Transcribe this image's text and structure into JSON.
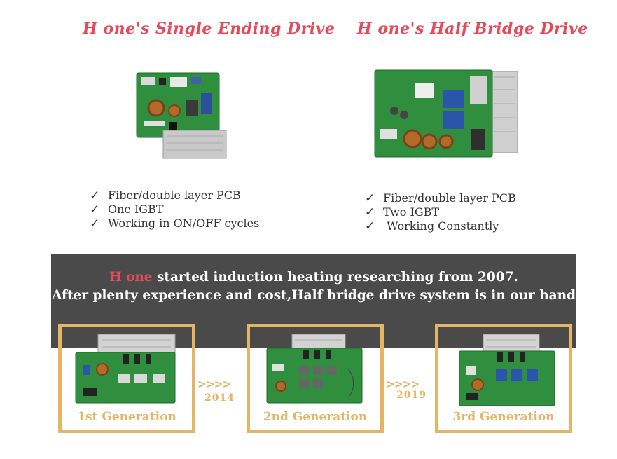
{
  "colors": {
    "title_red": "#e64a5a",
    "banner_bg": "#4a4a4a",
    "gold": "#e5b465",
    "pcb_green": "#2f8f3e"
  },
  "drives": {
    "single": {
      "title": "H one's Single Ending Drive",
      "features": [
        "Fiber/double layer PCB",
        "One IGBT",
        "Working in ON/OFF cycles"
      ]
    },
    "half": {
      "title": "H one's Half Bridge Drive",
      "features": [
        "Fiber/double layer PCB",
        "Two IGBT",
        " Working Constantly"
      ]
    }
  },
  "check_glyph": "✓",
  "banner": {
    "brand": "H one",
    "line1_rest": " started induction heating researching from 2007.",
    "line2": "After plenty experience and cost,Half bridge drive system is in our hand"
  },
  "generations": [
    {
      "label": "1st Generation"
    },
    {
      "label": "2nd Generation"
    },
    {
      "label": "3rd Generation"
    }
  ],
  "arrows": [
    {
      "symbol": ">>>>",
      "year": "2014"
    },
    {
      "symbol": ">>>>",
      "year": "2019"
    }
  ]
}
